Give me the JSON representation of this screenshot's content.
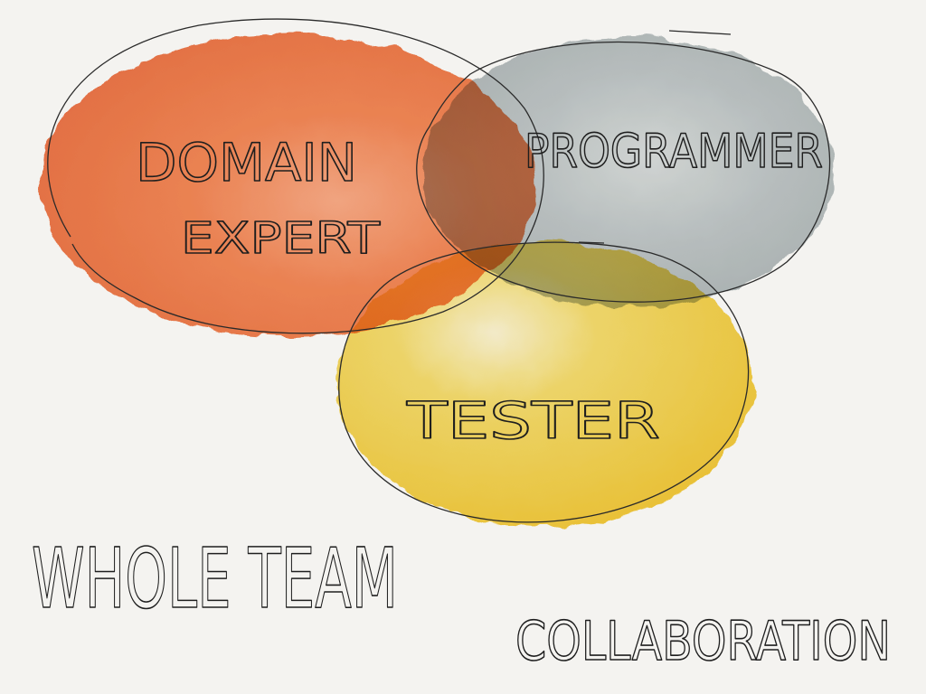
{
  "diagram": {
    "circles": [
      {
        "id": "domain-expert",
        "lines": [
          "Domain",
          "Expert"
        ],
        "color": "#e8703f"
      },
      {
        "id": "programmer",
        "lines": [
          "Programmer"
        ],
        "color": "#a9b3b7"
      },
      {
        "id": "tester",
        "lines": [
          "Tester"
        ],
        "color": "#f5cf3c"
      }
    ]
  },
  "captions": {
    "whole_team": "Whole Team",
    "collaboration": "Collaboration"
  },
  "colors": {
    "background": "#f4f3f0",
    "ink": "#1e1e1e"
  }
}
